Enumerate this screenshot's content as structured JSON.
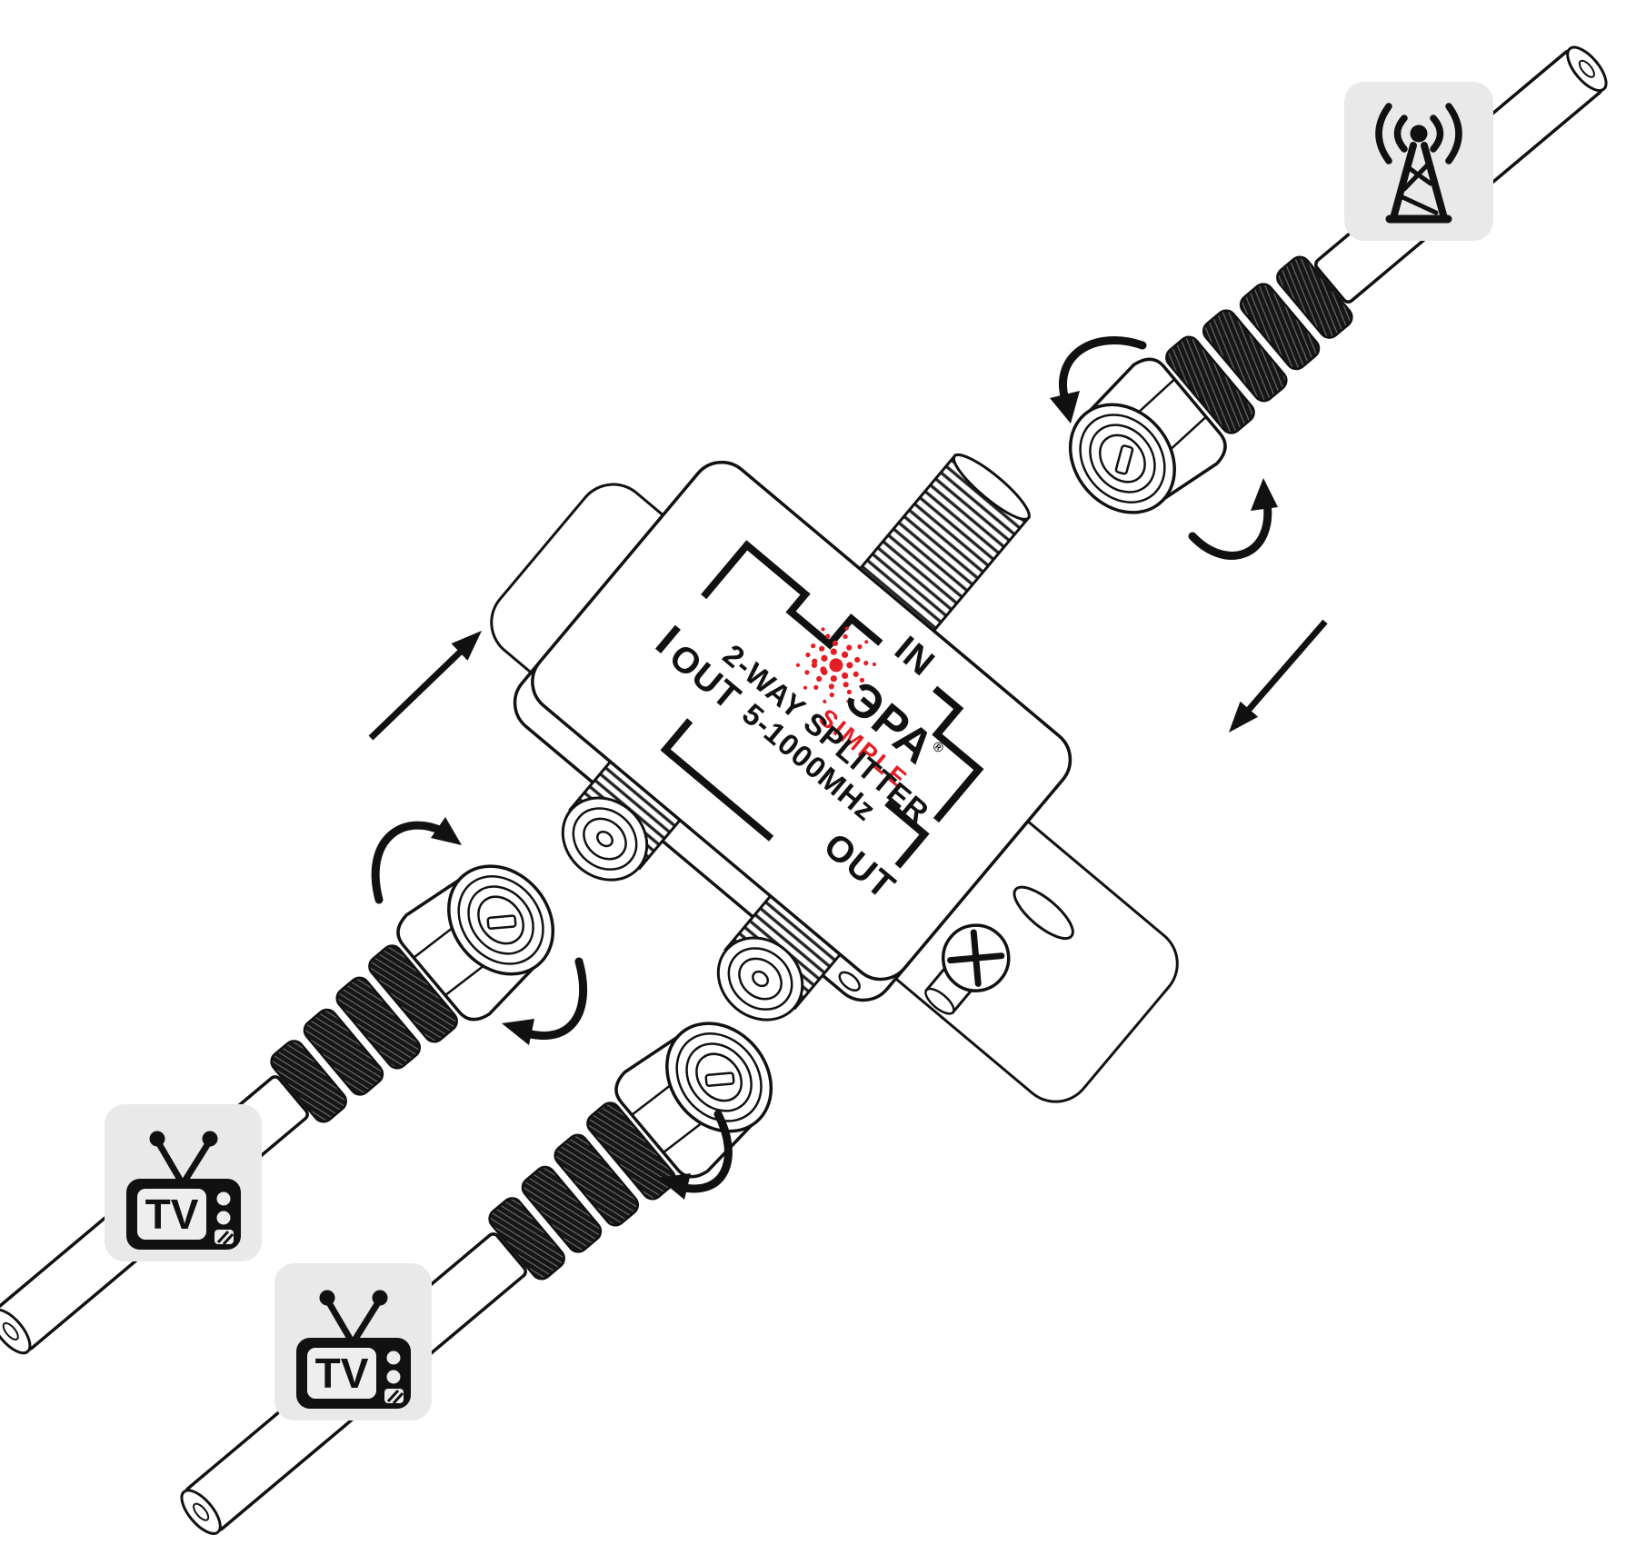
{
  "diagram": {
    "type": "exploded-assembly-illustration",
    "subject": "coaxial 2-way TV splitter hookup",
    "background": "#ffffff",
    "colors": {
      "line": "#111111",
      "brand_red": "#e31e24",
      "icon_bg": "#e9e9e9"
    },
    "splitter": {
      "brand": "ЭРА",
      "brand_reg": "®",
      "brand_sub": "SIMPLE",
      "title": "2-WAY SPLITTER",
      "freq_range": "5-1000MHz",
      "port_labels": {
        "input": "IN",
        "output_left": "OUT",
        "output_bottom": "OUT"
      }
    },
    "icons": {
      "antenna": {
        "name": "antenna-tower-icon"
      },
      "tv1": {
        "name": "tv-icon",
        "label": "TV"
      },
      "tv2": {
        "name": "tv-icon",
        "label": "TV"
      }
    },
    "arrows": {
      "rotation_count": 5,
      "direction_count": 2
    }
  }
}
